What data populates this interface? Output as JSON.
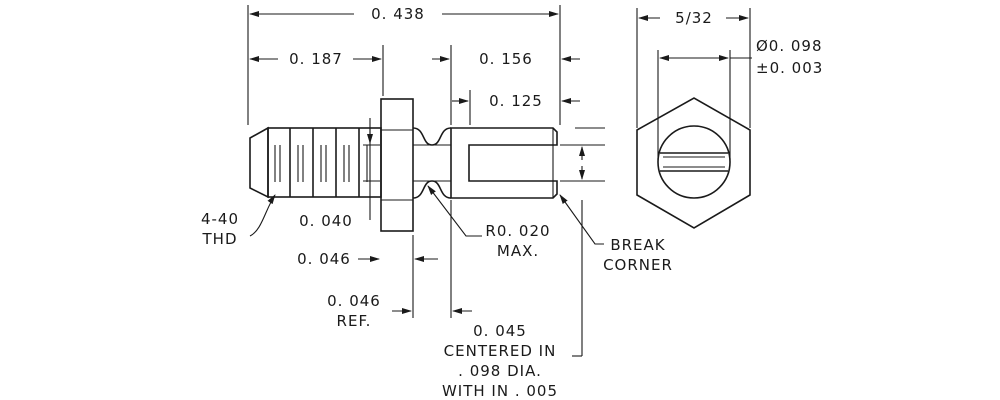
{
  "colors": {
    "ink": "#1a1a1a",
    "background": "#ffffff"
  },
  "dimensions": {
    "overall_length": "0. 438",
    "thread_length": "0. 187",
    "slotted_end_length": "0. 156",
    "slot_depth": "0. 125",
    "slot_width": "0. 040",
    "flange_thickness": "0. 046",
    "neck_width": "0. 046",
    "neck_width_note": "REF.",
    "hex_size": "5/32",
    "diameter": "Ø0. 098",
    "diameter_tolerance": "±0. 003"
  },
  "notes": {
    "thread_line1": "4-40",
    "thread_line2": "THD",
    "radius_line1": "R0. 020",
    "radius_line2": "MAX.",
    "break_line1": "BREAK",
    "break_line2": "CORNER",
    "slot_line1": "0. 045",
    "slot_line2": "CENTERED IN",
    "slot_line3": ". 098 DIA.",
    "slot_line4": "WITH IN . 005"
  }
}
